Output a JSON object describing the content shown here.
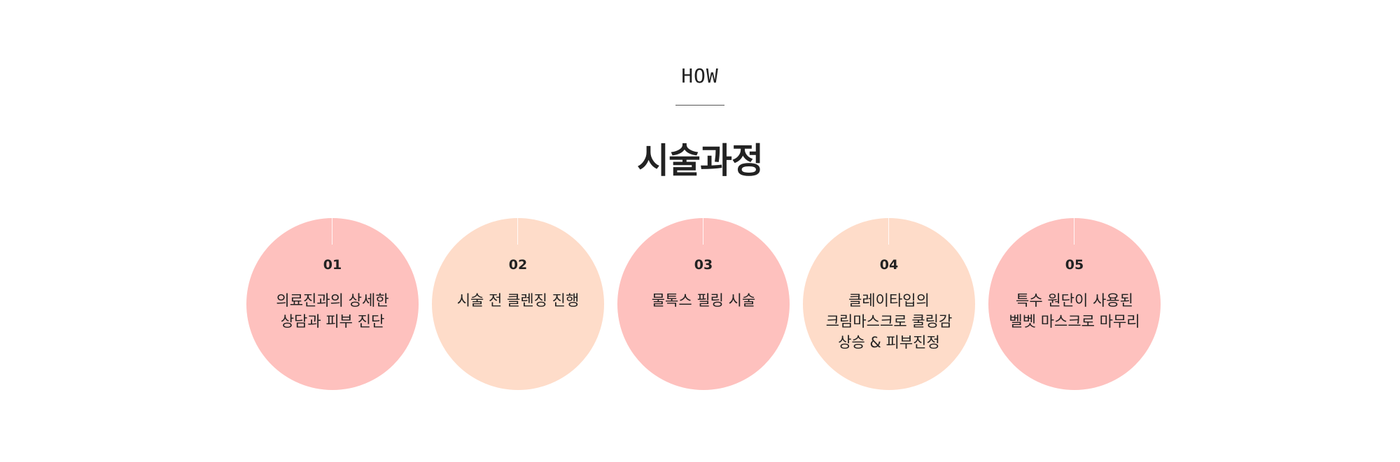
{
  "header": {
    "eyebrow": "HOW",
    "title": "시술과정"
  },
  "colors": {
    "pink": "#FEC1BE",
    "peach": "#FEDCC9"
  },
  "steps": [
    {
      "number": "01",
      "text": "의료진과의 상세한\n상담과 피부 진단",
      "color": "#FEC1BE"
    },
    {
      "number": "02",
      "text": "시술 전 클렌징 진행",
      "color": "#FEDCC9"
    },
    {
      "number": "03",
      "text": "물톡스 필링 시술",
      "color": "#FEC1BE"
    },
    {
      "number": "04",
      "text": "클레이타입의\n크림마스크로 쿨링감\n상승 &  피부진정",
      "color": "#FEDCC9"
    },
    {
      "number": "05",
      "text": "특수 원단이 사용된\n벨벳 마스크로 마무리",
      "color": "#FEC1BE"
    }
  ]
}
